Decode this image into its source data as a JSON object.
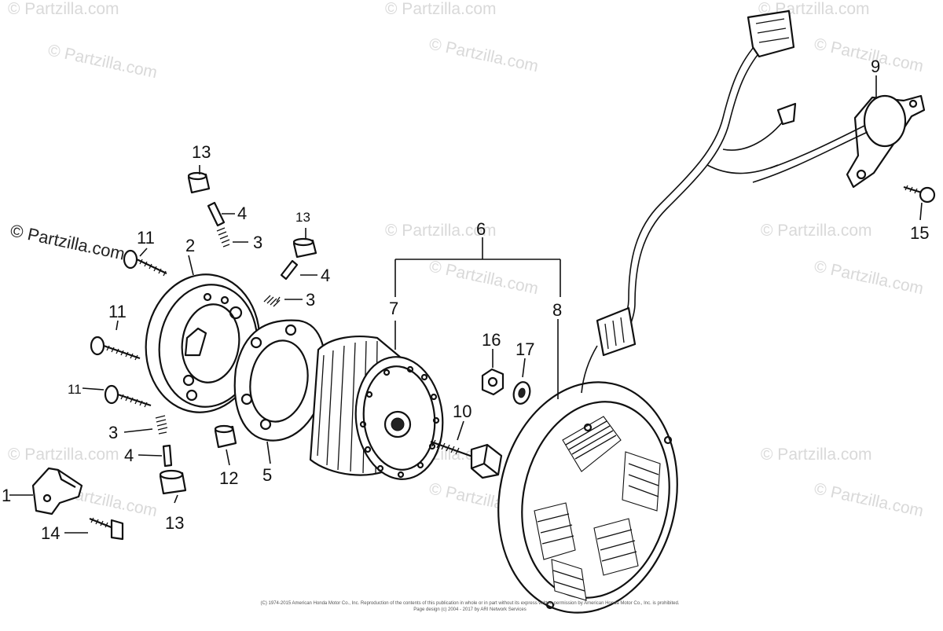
{
  "watermark": "© Partzilla.com",
  "footer": {
    "line1": "(C) 1974-2015 American Honda Motor Co., Inc. Reproduction of the contents of this publication in whole or in part without its express written permission by American Honda Motor Co., Inc. is prohibited.",
    "line2": "Page design (c) 2004 - 2017 by ARI Network Services"
  },
  "callouts": {
    "c1": "1",
    "c2": "2",
    "c3a": "3",
    "c3b": "3",
    "c3c": "3",
    "c4a": "4",
    "c4b": "4",
    "c4c": "4",
    "c5": "5",
    "c6": "6",
    "c7": "7",
    "c8": "8",
    "c9": "9",
    "c10": "10",
    "c11a": "11",
    "c11b": "11",
    "c11c": "11",
    "c12": "12",
    "c13a": "13",
    "c13b": "13",
    "c13c": "13",
    "c14": "14",
    "c15": "15",
    "c16": "16",
    "c17": "17"
  }
}
